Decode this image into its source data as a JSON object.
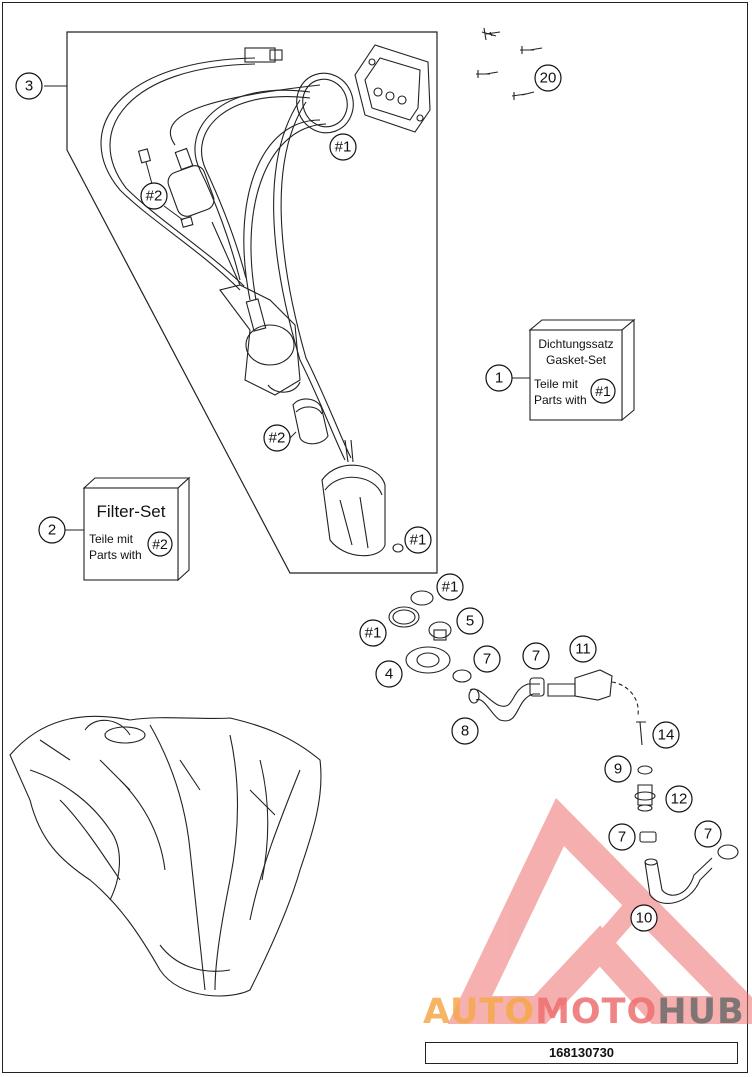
{
  "diagram": {
    "doc_number": "168130730",
    "watermark": {
      "part1": "AUTO",
      "part2": "MOTO",
      "part3": "HUB"
    },
    "callouts": {
      "c1": "1",
      "c2": "2",
      "c3": "3",
      "c4": "4",
      "c5": "5",
      "c7a": "7",
      "c7b": "7",
      "c7c": "7",
      "c7d": "7",
      "c8": "8",
      "c9": "9",
      "c10": "10",
      "c11": "11",
      "c12": "12",
      "c14": "14",
      "c20": "20",
      "h1a": "#1",
      "h1b": "#1",
      "h1c": "#1",
      "h1d": "#1",
      "h1e": "#1",
      "h2a": "#2",
      "h2b": "#2",
      "h2c": "#2"
    },
    "gasket_box": {
      "line1": "Dichtungssatz",
      "line2": "Gasket-Set",
      "line3": "Teile mit",
      "line4": "Parts with",
      "ref": "#1"
    },
    "filter_box": {
      "title": "Filter-Set",
      "line1": "Teile mit",
      "line2": "Parts with",
      "ref": "#2"
    },
    "colors": {
      "line": "#222222",
      "watermark_red": "#ee6f6f",
      "watermark_orange": "#f5a94a",
      "watermark_gray": "#6b6b6b"
    }
  }
}
